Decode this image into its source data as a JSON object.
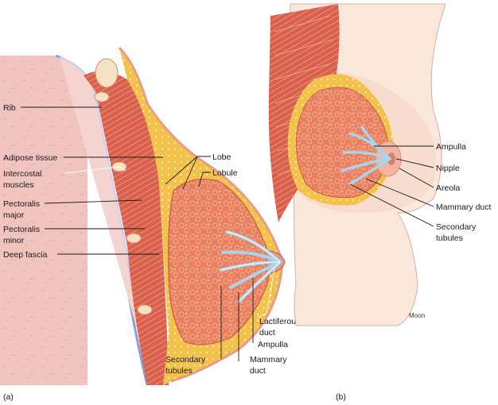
{
  "panel_a": {
    "panel_label": "(a)",
    "labels": {
      "rib": "Rib",
      "adipose_tissue": "Adipose tissue",
      "intercostal_muscles_1": "Intercostal",
      "intercostal_muscles_2": "muscles",
      "pectoralis_major_1": "Pectoralis",
      "pectoralis_major_2": "major",
      "pectoralis_minor_1": "Pectoralis",
      "pectoralis_minor_2": "minor",
      "deep_fascia": "Deep fascia",
      "lobe": "Lobe",
      "lobule": "Lobule",
      "lactiferous_duct_1": "Lactiferous",
      "lactiferous_duct_2": "duct",
      "ampulla": "Ampulla",
      "mammary_duct_1": "Mammary",
      "mammary_duct_2": "duct",
      "secondary_tubules_1": "Secondary",
      "secondary_tubules_2": "tubules"
    }
  },
  "panel_b": {
    "panel_label": "(b)",
    "labels": {
      "ampulla": "Ampulla",
      "nipple": "Nipple",
      "areola": "Areola",
      "mammary_duct": "Mammary duct",
      "secondary_tubules_1": "Secondary",
      "secondary_tubules_2": "tubules"
    },
    "artist_signature": "Moon"
  },
  "colors": {
    "chest_wall": "#f2c4c0",
    "muscle": "#d9604a",
    "gland": "#e8805f",
    "adipose": "#f5c24a",
    "duct": "#a8d4ec",
    "skin": "#f8dccd",
    "areola": "#e39a86"
  }
}
